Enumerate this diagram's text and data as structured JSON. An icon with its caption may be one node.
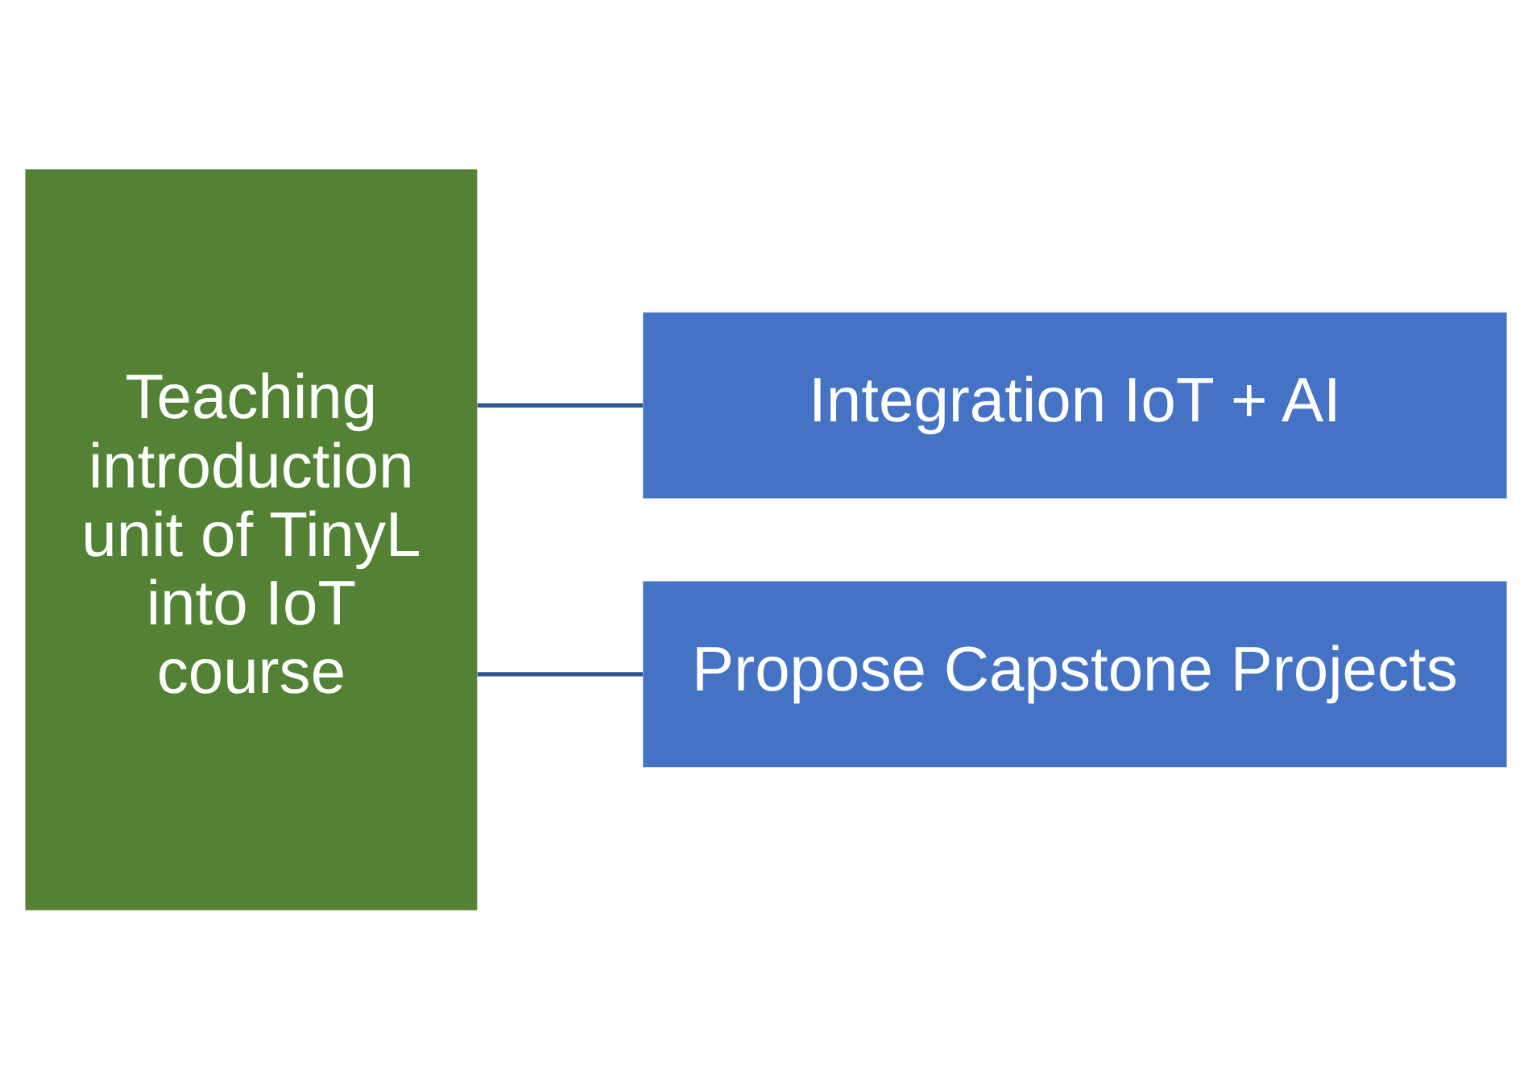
{
  "diagram": {
    "nodes": [
      {
        "text": [
          "Teaching introduction unit of TinyL into IoT course"
        ]
      },
      {
        "text": [
          "Integration IoT + AI"
        ]
      },
      {
        "text": [
          "Propose Capstone Projects"
        ]
      }
    ],
    "edges": [
      {
        "from": 0,
        "to": 1,
        "arrow": "none"
      },
      {
        "from": 0,
        "to": 2,
        "arrow": "none"
      }
    ]
  }
}
